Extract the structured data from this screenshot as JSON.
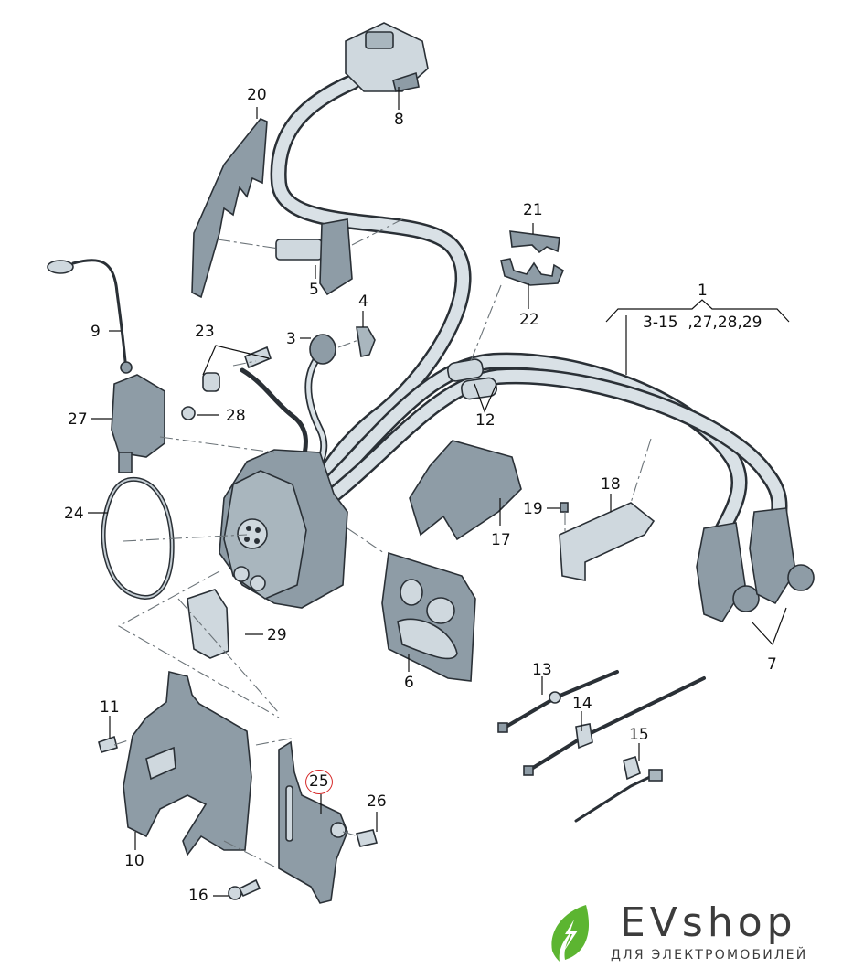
{
  "diagram": {
    "title": "Charging socket wiring harness exploded parts diagram",
    "highlight_color": "#d62828",
    "part_color": "#8e9ca6",
    "labels": [
      {
        "id": "1",
        "text": "1"
      },
      {
        "id": "1-group",
        "text": "3-15  ,27,28,29"
      },
      {
        "id": "3",
        "text": "3"
      },
      {
        "id": "4",
        "text": "4"
      },
      {
        "id": "5",
        "text": "5"
      },
      {
        "id": "6",
        "text": "6"
      },
      {
        "id": "7",
        "text": "7"
      },
      {
        "id": "8",
        "text": "8"
      },
      {
        "id": "9",
        "text": "9"
      },
      {
        "id": "10",
        "text": "10"
      },
      {
        "id": "11",
        "text": "11"
      },
      {
        "id": "12",
        "text": "12"
      },
      {
        "id": "13",
        "text": "13"
      },
      {
        "id": "14",
        "text": "14"
      },
      {
        "id": "15",
        "text": "15"
      },
      {
        "id": "16",
        "text": "16"
      },
      {
        "id": "17",
        "text": "17"
      },
      {
        "id": "18",
        "text": "18"
      },
      {
        "id": "19",
        "text": "19"
      },
      {
        "id": "20",
        "text": "20"
      },
      {
        "id": "21",
        "text": "21"
      },
      {
        "id": "22",
        "text": "22"
      },
      {
        "id": "23",
        "text": "23"
      },
      {
        "id": "24",
        "text": "24"
      },
      {
        "id": "25",
        "text": "25",
        "highlighted": true
      },
      {
        "id": "26",
        "text": "26"
      },
      {
        "id": "27",
        "text": "27"
      },
      {
        "id": "28",
        "text": "28"
      },
      {
        "id": "29",
        "text": "29"
      }
    ]
  },
  "branding": {
    "name": "EVshop",
    "tagline": "ДЛЯ ЭЛЕКТРОМОБИЛЕЙ",
    "leaf_color": "#5cb531",
    "text_color": "#3c3c3c"
  }
}
